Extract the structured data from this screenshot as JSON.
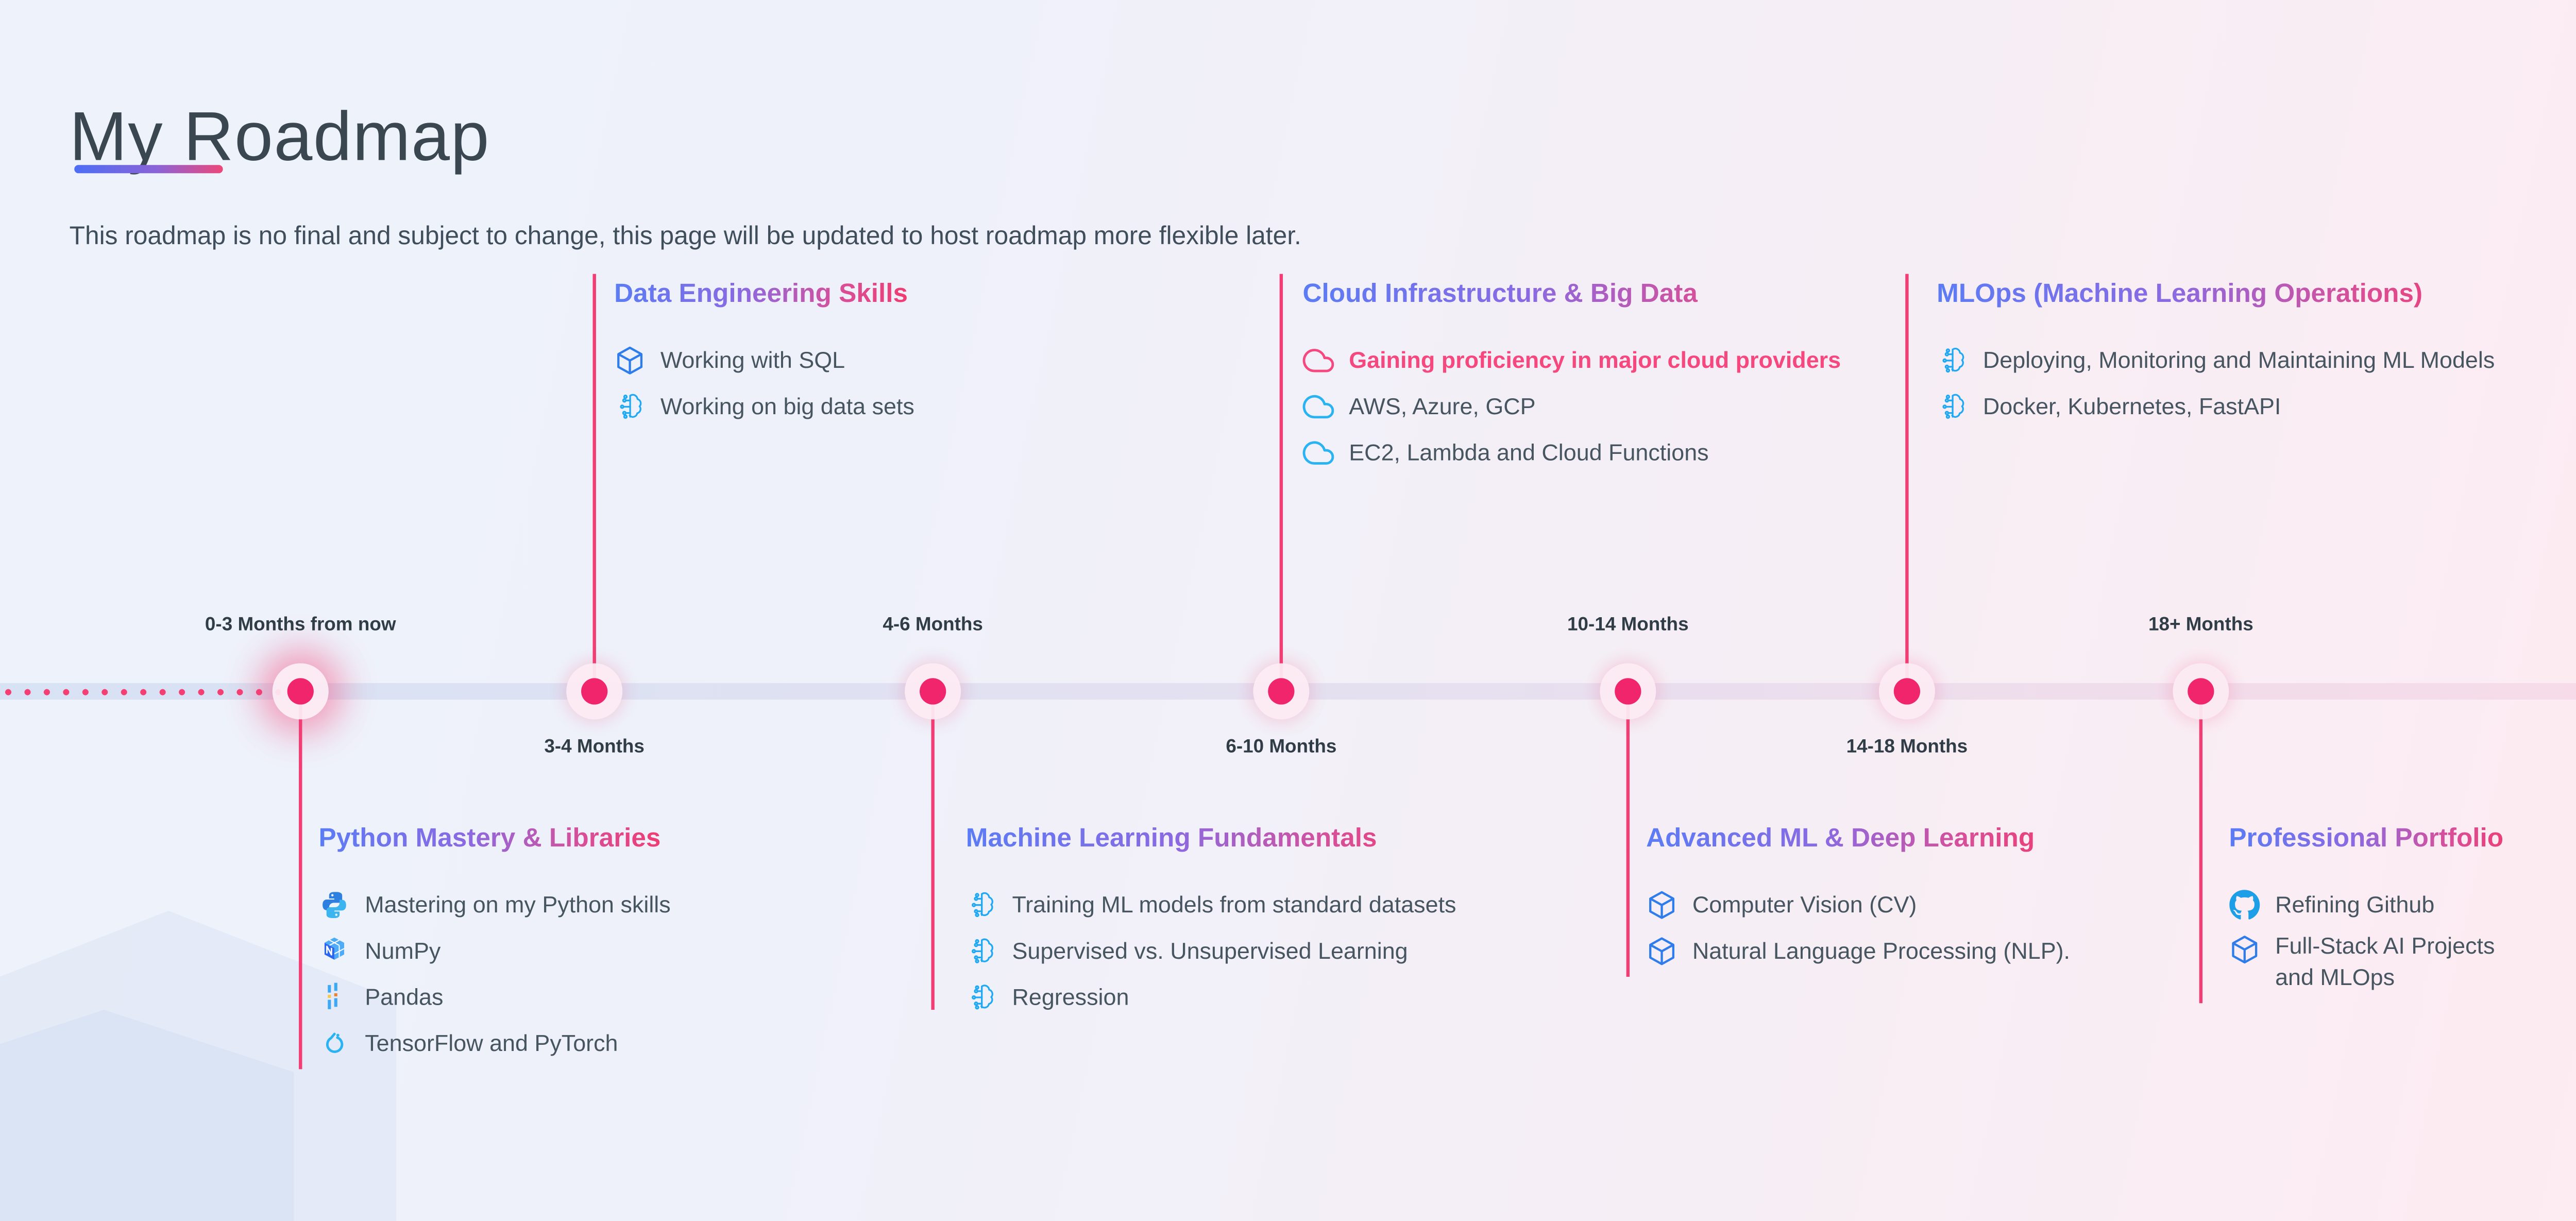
{
  "header": {
    "title": "My Roadmap",
    "subtitle": "This roadmap is no final and subject to change, this page will be updated to host roadmap more flexible later."
  },
  "colors": {
    "accent_pink": "#f0256b",
    "accent_blue": "#4d6ef5",
    "highlight_pink": "#f4487e",
    "icon_blue": "#2f7ded",
    "icon_cyan": "#1fa9f4",
    "band_left": "#d3e0f3",
    "band_right": "#f6d8e7"
  },
  "timeline": {
    "milestones": [
      {
        "label": "0-3 Months from now",
        "side": "above"
      },
      {
        "label": "3-4 Months",
        "side": "below"
      },
      {
        "label": "4-6 Months",
        "side": "above"
      },
      {
        "label": "6-10 Months",
        "side": "below"
      },
      {
        "label": "10-14 Months",
        "side": "above"
      },
      {
        "label": "14-18 Months",
        "side": "below"
      },
      {
        "label": "18+ Months",
        "side": "above"
      }
    ]
  },
  "sections": {
    "top": [
      {
        "title": "Data Engineering Skills",
        "items": [
          {
            "icon": "cube-icon",
            "text": "Working with SQL"
          },
          {
            "icon": "brain-circuit-icon",
            "text": "Working on big data sets"
          }
        ]
      },
      {
        "title": "Cloud Infrastructure & Big Data",
        "items": [
          {
            "icon": "cloud-icon",
            "text": "Gaining proficiency in major cloud providers",
            "highlight": true
          },
          {
            "icon": "cloud-icon",
            "text": "AWS, Azure, GCP"
          },
          {
            "icon": "cloud-icon",
            "text": "EC2, Lambda and Cloud Functions"
          }
        ]
      },
      {
        "title": "MLOps (Machine Learning Operations)",
        "items": [
          {
            "icon": "brain-circuit-icon",
            "text": "Deploying, Monitoring and Maintaining ML Models"
          },
          {
            "icon": "brain-circuit-icon",
            "text": "Docker, Kubernetes, FastAPI"
          }
        ]
      }
    ],
    "bottom": [
      {
        "title": "Python Mastery & Libraries",
        "items": [
          {
            "icon": "python-icon",
            "text": "Mastering on my Python skills"
          },
          {
            "icon": "numpy-icon",
            "text": "NumPy"
          },
          {
            "icon": "pandas-icon",
            "text": "Pandas"
          },
          {
            "icon": "pytorch-icon",
            "text": "TensorFlow and PyTorch"
          }
        ]
      },
      {
        "title": "Machine Learning Fundamentals",
        "items": [
          {
            "icon": "brain-circuit-icon",
            "text": "Training ML models from standard datasets"
          },
          {
            "icon": "brain-circuit-icon",
            "text": "Supervised vs. Unsupervised Learning"
          },
          {
            "icon": "brain-circuit-icon",
            "text": "Regression"
          }
        ]
      },
      {
        "title": "Advanced ML & Deep Learning",
        "items": [
          {
            "icon": "cube-icon",
            "text": "Computer Vision (CV)"
          },
          {
            "icon": "cube-icon",
            "text": "Natural Language Processing (NLP)."
          }
        ]
      },
      {
        "title": "Professional Portfolio",
        "items": [
          {
            "icon": "github-icon",
            "text": "Refining Github"
          },
          {
            "icon": "cube-icon",
            "text": "Full-Stack AI Projects and MLOps"
          }
        ]
      }
    ]
  }
}
